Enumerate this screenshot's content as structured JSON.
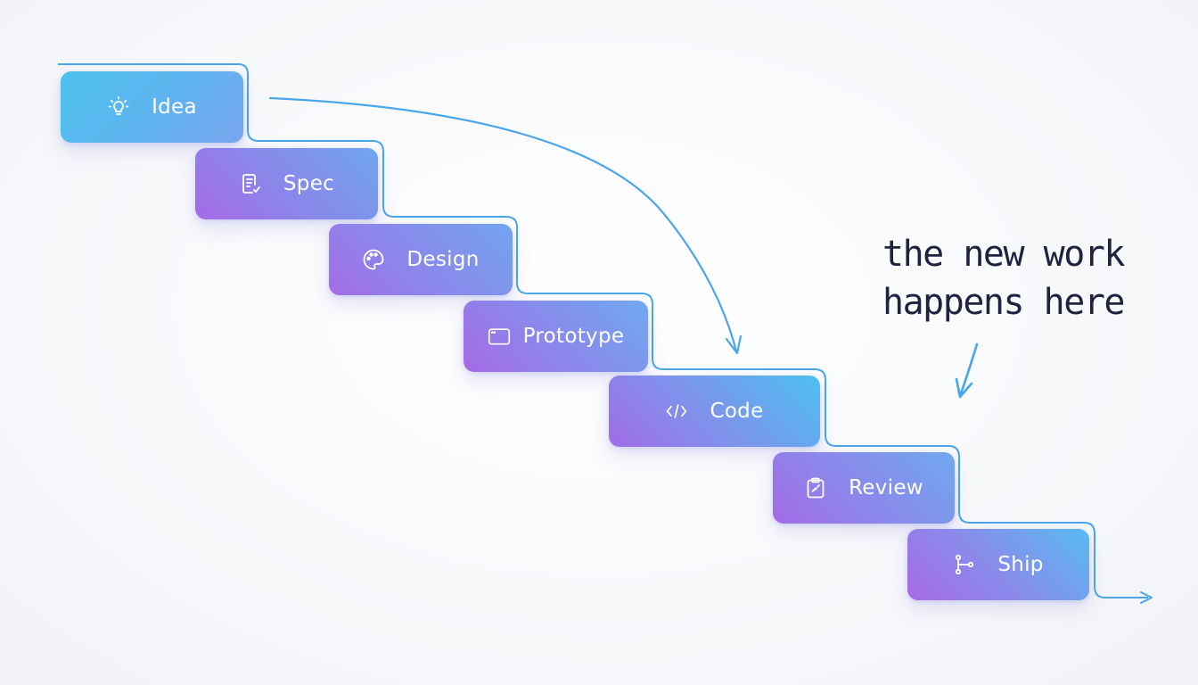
{
  "steps": [
    {
      "label": "Idea",
      "icon": "lightbulb-icon"
    },
    {
      "label": "Spec",
      "icon": "checked-document-icon"
    },
    {
      "label": "Design",
      "icon": "palette-icon"
    },
    {
      "label": "Prototype",
      "icon": "browser-window-icon"
    },
    {
      "label": "Code",
      "icon": "code-brackets-icon"
    },
    {
      "label": "Review",
      "icon": "clipboard-check-icon"
    },
    {
      "label": "Ship",
      "icon": "git-branch-icon"
    }
  ],
  "annotation": {
    "line1": "the new work",
    "line2": "happens here"
  },
  "colors": {
    "connector": "#4aa6ea",
    "annotation_text": "#1f2340",
    "cyan": "#4cc2f0",
    "purple": "#a66ae6"
  }
}
